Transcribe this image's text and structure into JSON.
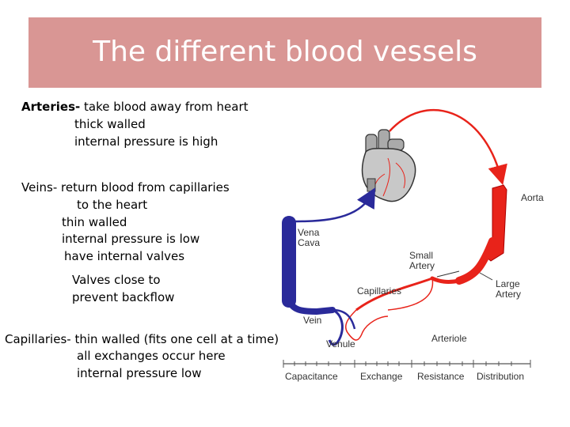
{
  "title": "The different blood vessels",
  "arteries": {
    "term": "Arteries-",
    "line1": "take blood away from heart",
    "line2": "thick walled",
    "line3": "internal pressure is high"
  },
  "veins": {
    "term": "Veins-",
    "line1": "return blood from capillaries",
    "line2": "to the heart",
    "line3": "thin walled",
    "line4": "internal pressure is low",
    "line5": "have internal valves",
    "note1": "Valves close to",
    "note2": "prevent backflow"
  },
  "capillaries": {
    "term": "Capillaries-",
    "line1": "thin walled (fits one cell at a time)",
    "line2": "all exchanges occur here",
    "line3": "internal pressure low"
  },
  "diagram": {
    "labels": {
      "aorta": "Aorta",
      "vena_cava_1": "Vena",
      "vena_cava_2": "Cava",
      "small_artery_1": "Small",
      "small_artery_2": "Artery",
      "capillaries": "Capillaries",
      "large_artery_1": "Large",
      "large_artery_2": "Artery",
      "vein": "Vein",
      "venule": "Venule",
      "arteriole": "Arteriole"
    },
    "scale": [
      "Capacitance",
      "Exchange",
      "Resistance",
      "Distribution"
    ],
    "colors": {
      "artery": "#e8231a",
      "vein": "#2a2a9a",
      "heart": "#b8b8b8"
    }
  }
}
